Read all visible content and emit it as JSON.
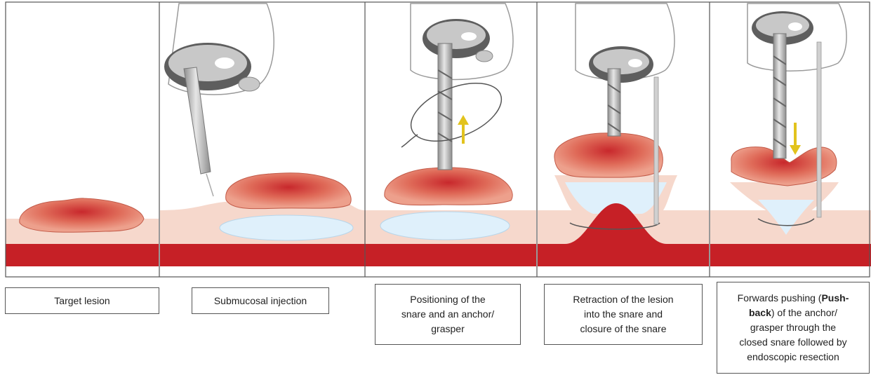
{
  "colors": {
    "tissue_layer": "#f6d8cc",
    "muscle_layer": "#c62026",
    "lesion_outer": "#e47f69",
    "lesion_center": "#c8282c",
    "injection_fluid": "#dff0fb",
    "scope_grey": "#9a9a9a",
    "arrow_yellow": "#e2c31d",
    "border": "#555555"
  },
  "panels": [
    {
      "name": "target-lesion",
      "caption_lines": [
        "Target lesion"
      ]
    },
    {
      "name": "submucosal-injection",
      "caption_lines": [
        "Submucosal injection"
      ]
    },
    {
      "name": "positioning",
      "caption_lines": [
        "Positioning of the",
        "snare and an anchor/",
        "grasper"
      ]
    },
    {
      "name": "retraction",
      "caption_lines": [
        "Retraction of the lesion",
        "into the snare and",
        "closure of the snare"
      ]
    },
    {
      "name": "push-back",
      "caption_lines": [
        [
          "Forwards pushing (",
          "Push-",
          ""
        ],
        [
          "",
          "back",
          ") of the anchor/"
        ],
        "grasper through the",
        "closed snare followed by",
        "endoscopic resection"
      ]
    }
  ]
}
